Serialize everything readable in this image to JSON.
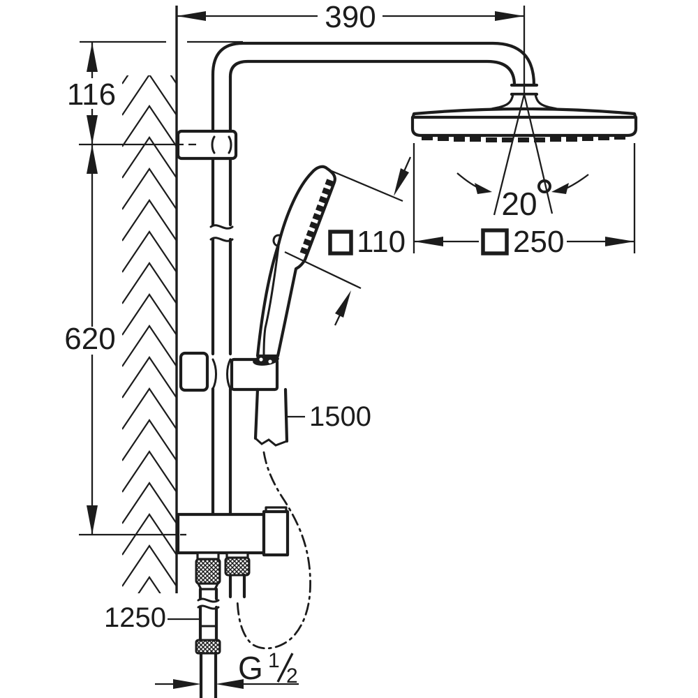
{
  "dimensions": {
    "top_width": "390",
    "top_offset": "116",
    "rail_length": "620",
    "hand_shower_size": "110",
    "head_shower_size": "250",
    "head_angle": "20",
    "shower_hose_length": "1500",
    "supply_hose_length": "1250",
    "thread_letter": "G",
    "thread_numerator": "1",
    "thread_denominator": "2"
  },
  "colors": {
    "line": "#1c1c1c",
    "background": "#ffffff"
  }
}
